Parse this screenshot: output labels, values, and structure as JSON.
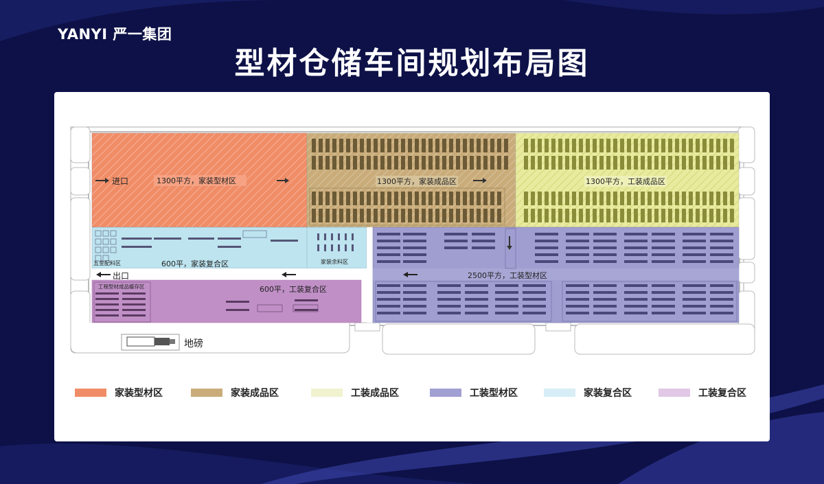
{
  "header": {
    "brand": "YANYI 严一集团",
    "title": "型材仓储车间规划布局图"
  },
  "plan": {
    "entry_label": "进口",
    "exit_label": "出口",
    "scale_label": "地磅",
    "zones": [
      {
        "key": "home_profile",
        "area_label": "1300平方，家装型材区"
      },
      {
        "key": "home_product",
        "area_label": "1300平方，家装成品区"
      },
      {
        "key": "tool_product",
        "area_label": "1300平方，工装成品区"
      },
      {
        "key": "home_composite",
        "area_label": "600平，家装复合区"
      },
      {
        "key": "tool_profile",
        "area_label": "2500平方，工装型材区"
      },
      {
        "key": "tool_composite",
        "area_label": "600平，工装复合区"
      }
    ],
    "sub_labels": {
      "hardware": "五金配料区",
      "home_leftover": "家装余料区",
      "tool_buffer": "工程型材成品缓存区"
    }
  },
  "legend": [
    {
      "label": "家装型材区",
      "color": "#f08d67"
    },
    {
      "label": "家装成品区",
      "color": "#c9ac7a"
    },
    {
      "label": "工装成品区",
      "color": "#f1f3cf"
    },
    {
      "label": "工装型材区",
      "color": "#a29fd3"
    },
    {
      "label": "家装复合区",
      "color": "#d8eef6"
    },
    {
      "label": "工装复合区",
      "color": "#e0c8e6"
    }
  ]
}
